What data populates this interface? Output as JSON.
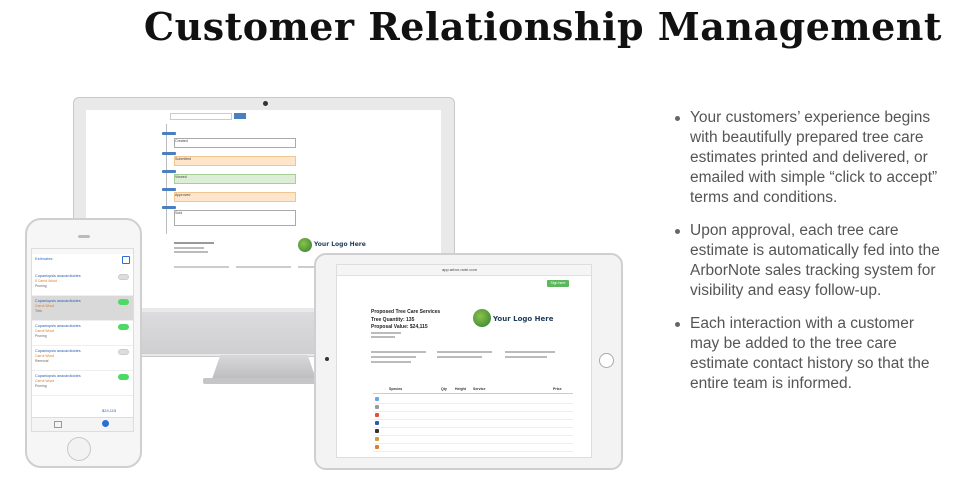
{
  "title": "Customer Relationship Management",
  "bullets": [
    "Your customers’ experience begins with beautifully prepared tree care estimates printed and delivered, or emailed with simple “click to accept” terms and conditions.",
    "Upon approval, each tree care estimate is automatically fed into the ArborNote sales tracking system for visibility and easy follow-up.",
    "Each interaction with a customer may be added to the tree care estimate contact history so that the entire team is informed."
  ],
  "logo_text": "Your Logo Here",
  "monitor": {
    "flow_items": [
      "Created",
      "Submitted",
      "Viewed",
      "Approved",
      "Sold"
    ]
  },
  "tablet": {
    "url": "app.arbor-note.com",
    "doc_title": "Proposed Tree Care Services",
    "tree_quantity": "Tree Quantity: 135",
    "proposal_value": "Proposal Value: $24,115",
    "table_headers": [
      "Species",
      "Qty",
      "Height",
      "Service",
      "Price"
    ],
    "accept_button": "Sign here"
  },
  "phone": {
    "back_label": "Estimates",
    "items": [
      {
        "a": "Cupaniopsis anacardioides",
        "b": "5 Carrot Wood",
        "c": "Pruning"
      },
      {
        "a": "Cupaniopsis anacardioides",
        "b": "Carrot Wood",
        "c": "Trim"
      },
      {
        "a": "Cupaniopsis anacardioides",
        "b": "Carrot Wood",
        "c": "Pruning"
      },
      {
        "a": "Cupaniopsis anacardioides",
        "b": "Carrot Wood",
        "c": "Removal"
      },
      {
        "a": "Cupaniopsis anacardioides",
        "b": "Carrot Wood",
        "c": "Pruning"
      }
    ],
    "footer_total": "$24,115"
  }
}
